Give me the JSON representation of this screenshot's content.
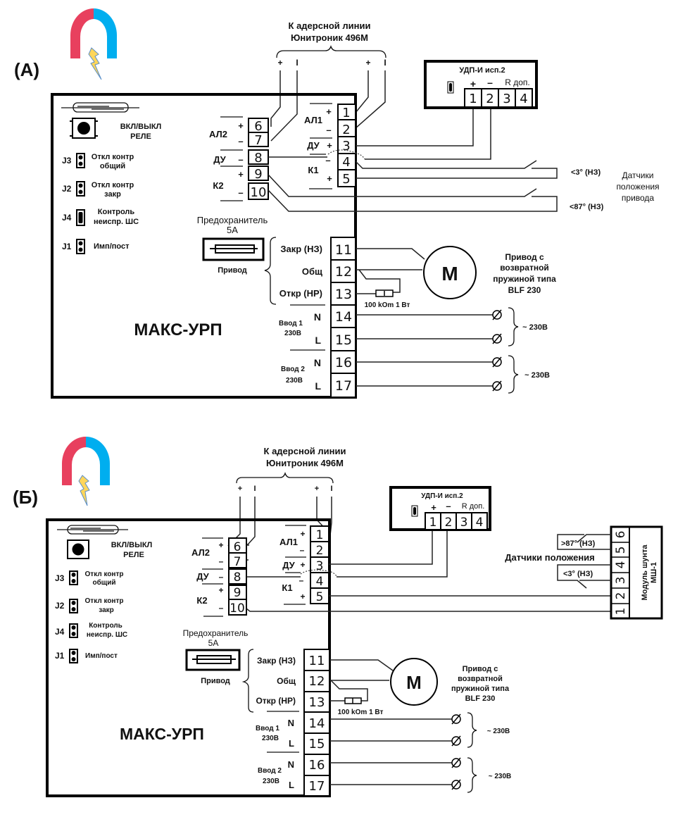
{
  "diagrams": [
    {
      "id": "A",
      "label": "(A)",
      "address_line": {
        "line1": "К адерсной линии",
        "line2": "Юнитроник 496М",
        "pins": [
          "+",
          "I",
          "+",
          "I"
        ]
      },
      "device": {
        "name": "МАКС-УРП",
        "button_label_1": "ВКЛ/ВЫКЛ",
        "button_label_2": "РЕЛЕ",
        "jumpers": [
          {
            "id": "J3",
            "line1": "Откл контр",
            "line2": "общий"
          },
          {
            "id": "J2",
            "line1": "Откл контр",
            "line2": "закр"
          },
          {
            "id": "J4",
            "line1": "Контроль",
            "line2": "неиспр. ШС"
          },
          {
            "id": "J1",
            "line1": "Имп/пост",
            "line2": ""
          }
        ],
        "fuse_label_1": "Предохранитель",
        "fuse_label_2": "5А",
        "fuse_group_label": "Привод",
        "left_terminals": [
          {
            "num": "6",
            "sign": "+"
          },
          {
            "num": "7",
            "sign": "–"
          },
          {
            "num": "8",
            "sign": "–"
          },
          {
            "num": "9",
            "sign": "+"
          },
          {
            "num": "10",
            "sign": "–"
          }
        ],
        "left_groups": [
          "АЛ2",
          "ДУ",
          "К2"
        ],
        "right_terminals": [
          {
            "num": "1",
            "sign": "+"
          },
          {
            "num": "2",
            "sign": "–"
          },
          {
            "num": "3",
            "sign": "+"
          },
          {
            "num": "4",
            "sign": "–"
          },
          {
            "num": "5",
            "sign": "+"
          }
        ],
        "right_groups": [
          "АЛ1",
          "ДУ",
          "К1"
        ],
        "power_terminals": [
          {
            "num": "11",
            "label": "Закр (НЗ)"
          },
          {
            "num": "12",
            "label": "Общ"
          },
          {
            "num": "13",
            "label": "Откр (НР)"
          },
          {
            "num": "14",
            "label": "N"
          },
          {
            "num": "15",
            "label": "L"
          },
          {
            "num": "16",
            "label": "N"
          },
          {
            "num": "17",
            "label": "L"
          }
        ],
        "input1": {
          "line1": "Ввод 1",
          "line2": "230В"
        },
        "input2": {
          "line1": "Ввод 2",
          "line2": "230В"
        }
      },
      "udp": {
        "title": "УДП-И исп.2",
        "plus": "+",
        "minus": "–",
        "r_label": "R доп.",
        "terminals": [
          "1",
          "2",
          "3",
          "4"
        ]
      },
      "sensors": {
        "s1": "<3° (НЗ)",
        "s2": "<87° (НЗ)",
        "title_1": "Датчики",
        "title_2": "положения",
        "title_3": "привода"
      },
      "motor": {
        "symbol": "M",
        "line1": "Привод с",
        "line2": "возвратной",
        "line3": "пружиной типа",
        "line4": "BLF 230",
        "resistor": "100 kOm 1 Вт"
      },
      "mains": [
        "~ 230В",
        "~ 230В"
      ]
    },
    {
      "id": "B",
      "label": "(Б)",
      "address_line": {
        "line1": "К адерсной линии",
        "line2": "Юнитроник 496М",
        "pins": [
          "+",
          "I",
          "+",
          "I"
        ]
      },
      "device": {
        "name": "МАКС-УРП",
        "button_label_1": "ВКЛ/ВЫКЛ",
        "button_label_2": "РЕЛЕ",
        "jumpers": [
          {
            "id": "J3",
            "line1": "Откл контр",
            "line2": "общий"
          },
          {
            "id": "J2",
            "line1": "Откл контр",
            "line2": "закр"
          },
          {
            "id": "J4",
            "line1": "Контроль",
            "line2": "неиспр. ШС"
          },
          {
            "id": "J1",
            "line1": "Имп/пост",
            "line2": ""
          }
        ],
        "fuse_label_1": "Предохранитель",
        "fuse_label_2": "5А",
        "fuse_group_label": "Привод",
        "left_terminals": [
          {
            "num": "6",
            "sign": "+"
          },
          {
            "num": "7",
            "sign": "–"
          },
          {
            "num": "8",
            "sign": "–"
          },
          {
            "num": "9",
            "sign": "+"
          },
          {
            "num": "10",
            "sign": "–"
          }
        ],
        "left_groups": [
          "АЛ2",
          "ДУ",
          "К2"
        ],
        "right_terminals": [
          {
            "num": "1",
            "sign": "+"
          },
          {
            "num": "2",
            "sign": "–"
          },
          {
            "num": "3",
            "sign": "+"
          },
          {
            "num": "4",
            "sign": "–"
          },
          {
            "num": "5",
            "sign": "+"
          }
        ],
        "right_groups": [
          "АЛ1",
          "ДУ",
          "К1"
        ],
        "power_terminals": [
          {
            "num": "11",
            "label": "Закр (НЗ)"
          },
          {
            "num": "12",
            "label": "Общ"
          },
          {
            "num": "13",
            "label": "Откр (НР)"
          },
          {
            "num": "14",
            "label": "N"
          },
          {
            "num": "15",
            "label": "L"
          },
          {
            "num": "16",
            "label": "N"
          },
          {
            "num": "17",
            "label": "L"
          }
        ],
        "input1": {
          "line1": "Ввод 1",
          "line2": "230В"
        },
        "input2": {
          "line1": "Ввод 2",
          "line2": "230В"
        }
      },
      "udp": {
        "title": "УДП-И исп.2",
        "plus": "+",
        "minus": "–",
        "r_label": "R доп.",
        "terminals": [
          "1",
          "2",
          "3",
          "4"
        ]
      },
      "shunt": {
        "title_1": "Модуль шунта",
        "title_2": "МШ-1",
        "terminals": [
          "1",
          "2",
          "3",
          "4",
          "5",
          "6"
        ],
        "s_high": ">87° (НЗ)",
        "s_low": "<3° (НЗ)",
        "sensors_title": "Датчики положения"
      },
      "motor": {
        "symbol": "M",
        "line1": "Привод с",
        "line2": "возвратной",
        "line3": "пружиной типа",
        "line4": "BLF 230",
        "resistor": "100 kOm 1 Вт"
      },
      "mains": [
        "~ 230В",
        "~ 230В"
      ]
    }
  ],
  "colors": {
    "logo_red": "#e8405e",
    "logo_blue": "#00aeef",
    "bolt_fill": "#ffd65a",
    "bolt_stroke": "#5b8fc9"
  }
}
